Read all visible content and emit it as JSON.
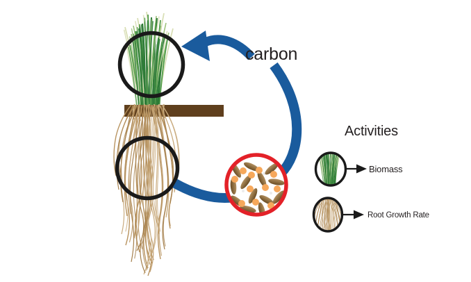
{
  "diagram": {
    "cycle_label": "carbon",
    "colors": {
      "arrow_blue": "#1a5b9d",
      "cycle_red": "#e32128",
      "soil_brown": "#5f3f1d",
      "outline_black": "#1a1a1a",
      "grass_green": "#2c7a36",
      "root_tan": "#b8935f",
      "dot_orange": "#f6a85b",
      "seed_brown": "#7c5c30"
    },
    "icons": {
      "shoot": "grass-tuft-icon",
      "roots": "root-mass-icon",
      "microbes": "soil-microbes-icon",
      "cycle": "carbon-cycle-arrow-icon"
    }
  },
  "legend": {
    "title": "Activities",
    "items": [
      {
        "icon": "grass-icon",
        "label": "Biomass"
      },
      {
        "icon": "roots-icon",
        "label": "Root Growth Rate"
      }
    ]
  }
}
